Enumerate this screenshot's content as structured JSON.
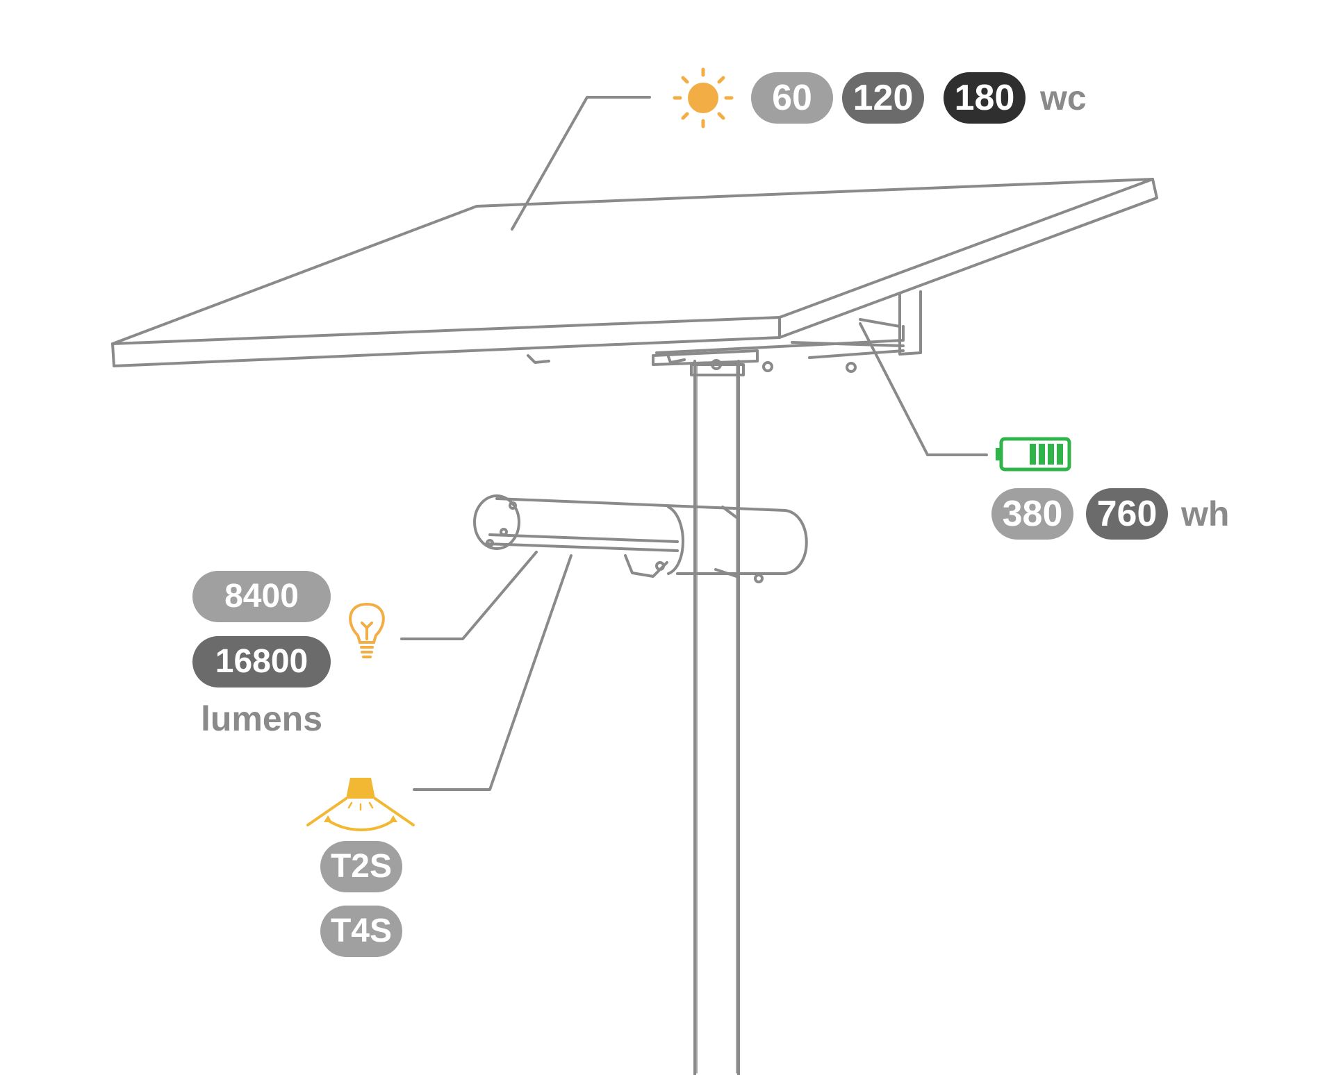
{
  "solar_panel": {
    "power_options": [
      "60",
      "120",
      "180"
    ],
    "unit": "wc"
  },
  "battery": {
    "capacity_options": [
      "380",
      "760"
    ],
    "unit": "wh"
  },
  "luminaire": {
    "lumen_options": [
      "8400",
      "16800"
    ],
    "unit": "lumens"
  },
  "optics": {
    "distribution_options": [
      "T2S",
      "T4S"
    ]
  },
  "colors": {
    "sketch_line": "#8a8a8a",
    "sun_icon": "#f2ae44",
    "bulb_icon": "#f2ae44",
    "beam_icon": "#f2b733",
    "battery_icon": "#2fb44a",
    "pill_light": "#a0a0a0",
    "pill_medium": "#6b6b6b",
    "pill_dark": "#2f2f2f"
  },
  "icons": [
    "sun-icon",
    "battery-icon",
    "bulb-icon",
    "light-beam-icon"
  ]
}
